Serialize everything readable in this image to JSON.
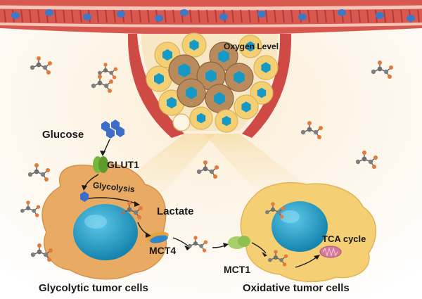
{
  "labels": {
    "oxygen_level": "Oxygen Level",
    "glucose": "Glucose",
    "glut1": "GLUT1",
    "glycolysis": "Glycolysis",
    "lactate": "Lactate",
    "mct4": "MCT4",
    "mct1": "MCT1",
    "tca_cycle": "TCA cycle"
  },
  "captions": {
    "left": "Glycolytic tumor cells",
    "right": "Oxidative tumor cells"
  },
  "colors": {
    "vessel_red": "#cf4a44",
    "vessel_stripe": "#b33a36",
    "red_cell_blue": "#3d79c4",
    "glycolytic_cell": "#e9ab63",
    "oxidative_cell": "#f4cf74",
    "nucleus": "#169ac5",
    "dark_cell": "#b98a5c",
    "glut1_green": "#76b83c",
    "mct1_green": "#a8d06a",
    "mct4_blue": "#2f86c8",
    "glucose_blue": "#3b6dc9",
    "oxygen_orange": "#e27a3a",
    "carbon_grey": "#7f7f7f",
    "mitochondrion": "#d27a9a"
  },
  "icons": [
    "lactate-molecule-icon",
    "glucose-molecule-icon",
    "mitochondrion-icon",
    "transporter-icon"
  ]
}
